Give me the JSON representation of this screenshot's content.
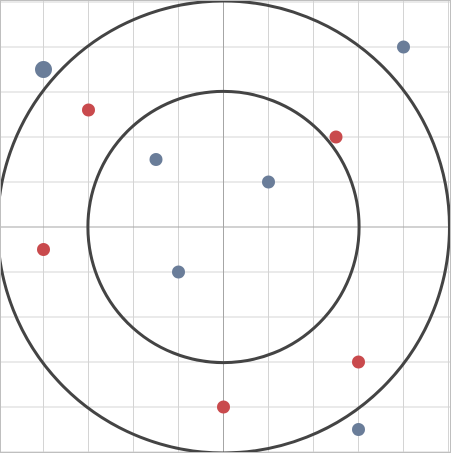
{
  "colors": {
    "background": "#ffffff",
    "grid": "#d4d4d4",
    "axis": "#a6a6a6",
    "ring": "#444444",
    "blue_point": "#6a7d99",
    "red_point": "#c94a4d"
  },
  "board": {
    "x_range": [
      -5,
      5
    ],
    "y_range": [
      -5,
      5
    ],
    "grid_step": 1,
    "grid": true
  },
  "rings": [
    {
      "id": "outer-ring",
      "radius": 5
    },
    {
      "id": "inner-ring",
      "radius": 3
    }
  ],
  "points": [
    {
      "x": -4.0,
      "y": 3.5,
      "color": "blue",
      "size": "large"
    },
    {
      "x": 4.0,
      "y": 4.0,
      "color": "blue",
      "size": "normal"
    },
    {
      "x": -3.0,
      "y": 2.6,
      "color": "red",
      "size": "normal"
    },
    {
      "x": 2.5,
      "y": 2.0,
      "color": "red",
      "size": "normal"
    },
    {
      "x": -1.5,
      "y": 1.5,
      "color": "blue",
      "size": "normal"
    },
    {
      "x": 1.0,
      "y": 1.0,
      "color": "blue",
      "size": "normal"
    },
    {
      "x": -4.0,
      "y": -0.5,
      "color": "red",
      "size": "normal"
    },
    {
      "x": -1.0,
      "y": -1.0,
      "color": "blue",
      "size": "normal"
    },
    {
      "x": 3.0,
      "y": -3.0,
      "color": "red",
      "size": "normal"
    },
    {
      "x": 0.0,
      "y": -4.0,
      "color": "red",
      "size": "normal"
    },
    {
      "x": 3.0,
      "y": -4.5,
      "color": "blue",
      "size": "normal"
    }
  ]
}
